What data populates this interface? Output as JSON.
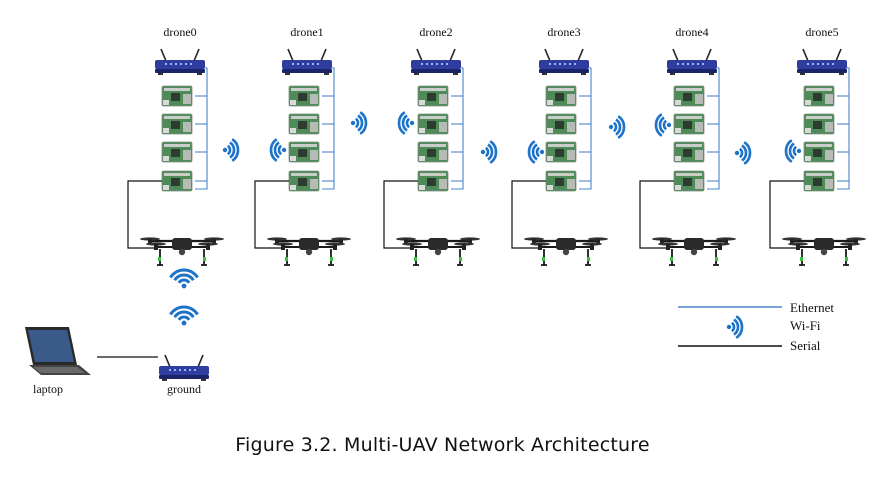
{
  "drones": [
    {
      "label": "drone0"
    },
    {
      "label": "drone1"
    },
    {
      "label": "drone2"
    },
    {
      "label": "drone3"
    },
    {
      "label": "drone4"
    },
    {
      "label": "drone5"
    }
  ],
  "ground": {
    "label": "ground"
  },
  "laptop": {
    "label": "laptop"
  },
  "legend": {
    "ethernet": "Ethernet",
    "wifi": "Wi-Fi",
    "serial": "Serial"
  },
  "caption": "Figure 3.2. Multi-UAV Network Architecture",
  "colors": {
    "ethernet": "#4a86c8",
    "wifi": "#1e73c8",
    "serial": "#111111",
    "router": "#2f3e9e",
    "board": "#4f8b58"
  },
  "icons": [
    "router-icon",
    "board-icon",
    "wifi-icon",
    "drone-icon",
    "laptop-icon"
  ]
}
